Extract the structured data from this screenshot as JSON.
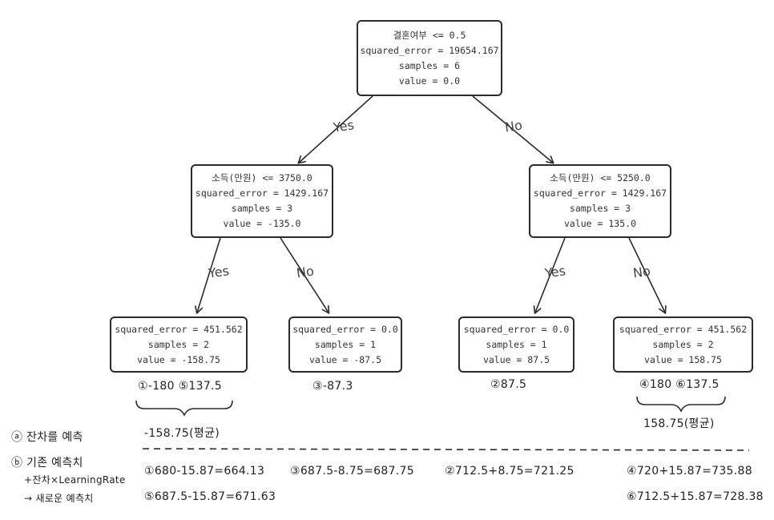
{
  "tree": {
    "root": {
      "lines": [
        "결혼여부 <= 0.5",
        "squared_error = 19654.167",
        "samples = 6",
        "value = 0.0"
      ]
    },
    "left": {
      "lines": [
        "소득(만원) <= 3750.0",
        "squared_error = 1429.167",
        "samples = 3",
        "value = -135.0"
      ]
    },
    "right": {
      "lines": [
        "소득(만원) <= 5250.0",
        "squared_error = 1429.167",
        "samples = 3",
        "value = 135.0"
      ]
    },
    "leaf1": {
      "lines": [
        "squared_error = 451.562",
        "samples = 2",
        "value = -158.75"
      ]
    },
    "leaf2": {
      "lines": [
        "squared_error = 0.0",
        "samples = 1",
        "value = -87.5"
      ]
    },
    "leaf3": {
      "lines": [
        "squared_error = 0.0",
        "samples = 1",
        "value = 87.5"
      ]
    },
    "leaf4": {
      "lines": [
        "squared_error = 451.562",
        "samples = 2",
        "value = 158.75"
      ]
    }
  },
  "edges": {
    "yes": "Yes",
    "no": "No"
  },
  "annotations": {
    "leaf1_residuals": "①-180 ⑤137.5",
    "leaf2_residuals": "③-87.3",
    "leaf3_residuals": "②87.5",
    "leaf4_residuals": "④180 ⑥137.5",
    "leaf1_mean": "-158.75(평균)",
    "leaf4_mean": "158.75(평균)"
  },
  "legend": {
    "a": "ⓐ 잔차를 예측",
    "b": "ⓑ 기존 예측치",
    "b_formula": "+잔차×LearningRate",
    "b_result": "→ 새로운 예측치"
  },
  "calculations": [
    "①680-15.87=664.13",
    "⑤687.5-15.87=671.63",
    "③687.5-8.75=687.75",
    "②712.5+8.75=721.25",
    "④720+15.87=735.88",
    "⑥712.5+15.87=728.38"
  ]
}
